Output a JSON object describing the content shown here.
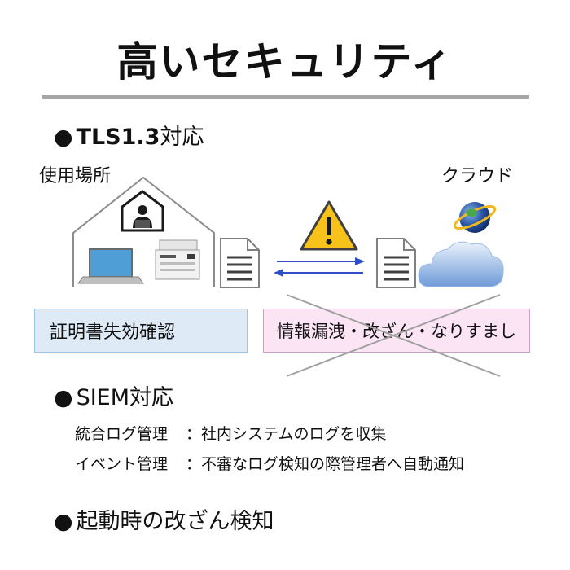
{
  "title": "高いセキュリティ",
  "sections": {
    "tls": {
      "dot": "●",
      "label_bold": "TLS1.3",
      "label_rest": "対応"
    },
    "siem": {
      "dot": "●",
      "label": "SIEM対応",
      "items": [
        {
          "key": "統合ログ管理",
          "sep": "：",
          "value": "社内システムのログを収集"
        },
        {
          "key": "イベント管理",
          "sep": "：",
          "value": "不審なログ検知の際管理者へ自動通知"
        }
      ]
    },
    "boot": {
      "dot": "●",
      "label": "起動時の改ざん検知"
    }
  },
  "diagram": {
    "site_label": "使用場所",
    "cloud_label": "クラウド",
    "cert_box": "証明書失効確認",
    "threat_box": "情報漏洩・改ざん・なりすまし",
    "icons": [
      "house-icon",
      "user-icon",
      "laptop-icon",
      "printer-icon",
      "document-icon",
      "warning-icon",
      "globe-icon",
      "cloud-icon"
    ],
    "colors": {
      "arrow": "#2f4fc9",
      "warning": "#f7c21a",
      "cert_fill": "#deebf7",
      "threat_fill": "#fbe5f4",
      "rule": "#a6a6a6"
    }
  }
}
